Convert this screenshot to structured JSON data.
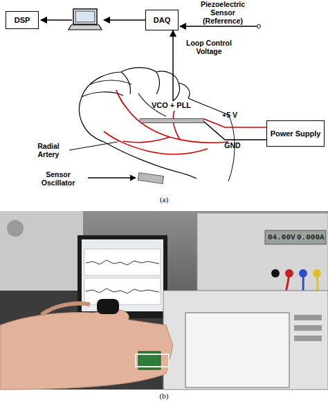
{
  "diagram": {
    "nodes": [
      {
        "text": [
          "DSP"
        ]
      },
      {
        "text": [
          "DAQ"
        ]
      },
      {
        "text": [
          "VCO + PLL"
        ]
      },
      {
        "text": [
          "Power Supply"
        ]
      }
    ],
    "edges": [
      {
        "from": 2,
        "to": 1,
        "label": "Loop Control Voltage",
        "arrow": "to"
      },
      {
        "from": 2,
        "to": 3,
        "label": "+5 V",
        "arrow": "none"
      },
      {
        "from": 2,
        "to": 3,
        "label": "GND",
        "arrow": "none"
      }
    ],
    "labels": [
      "Piezoelectric Sensor (Reference)",
      "Radial Artery",
      "Sensor Oscillator",
      "(a)",
      "04.00V",
      "0.000A",
      "(b)"
    ]
  }
}
